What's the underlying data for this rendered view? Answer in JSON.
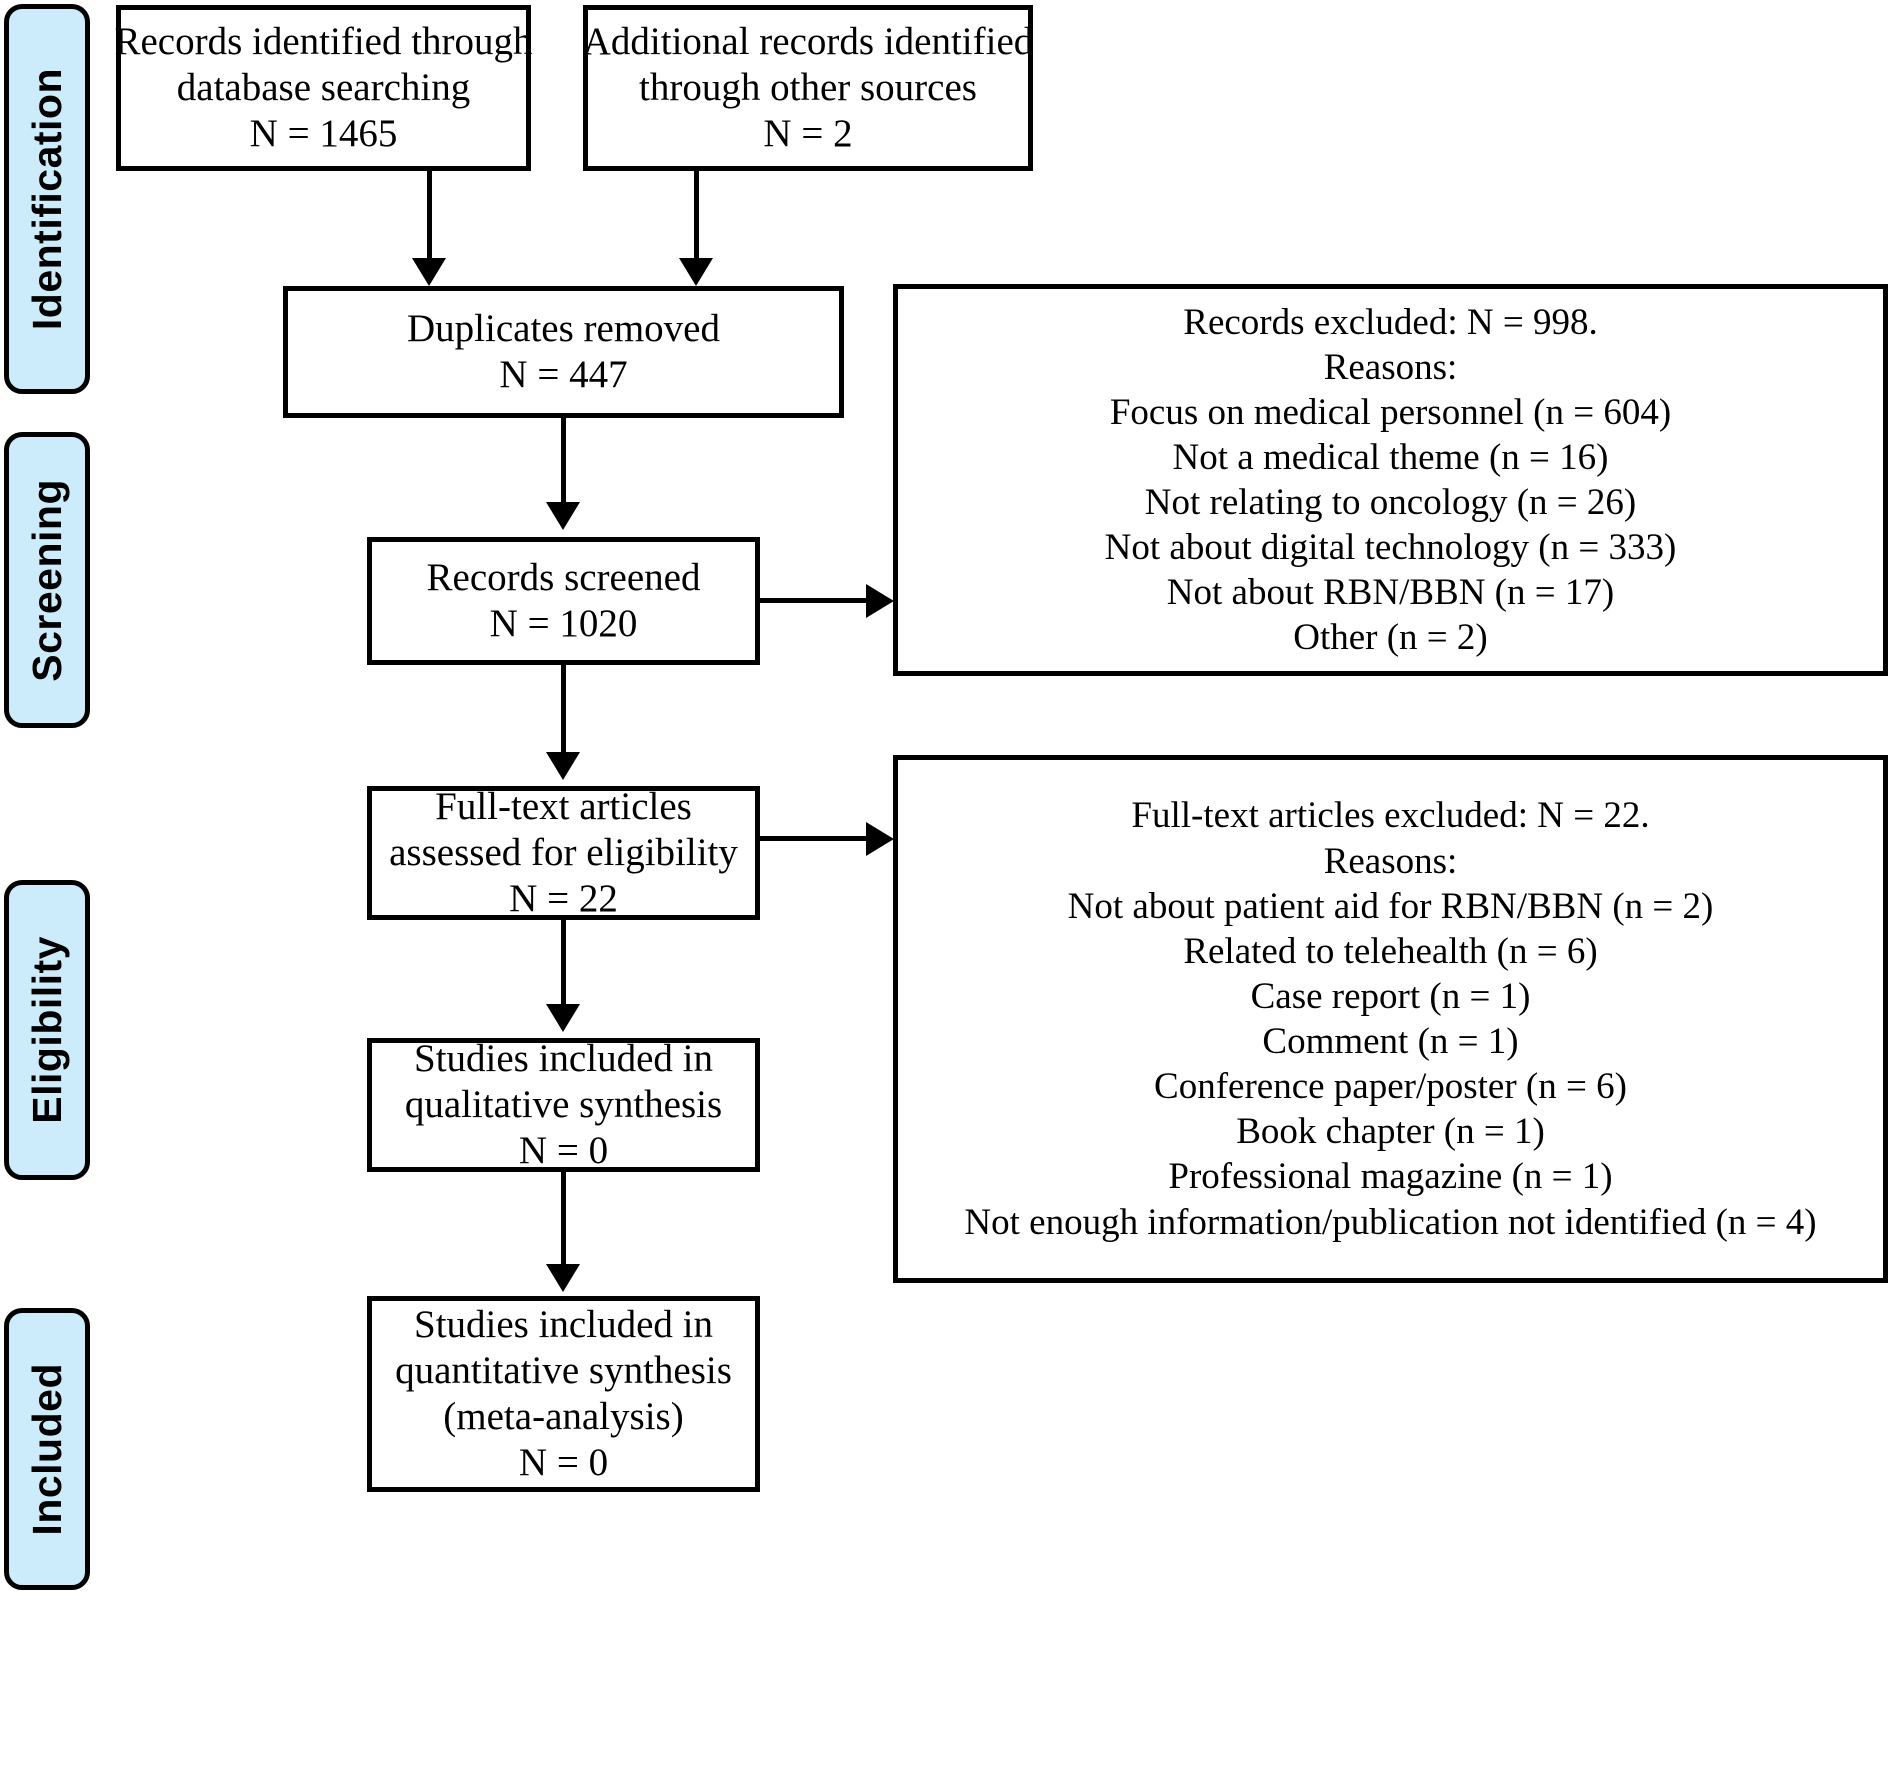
{
  "diagram": {
    "title": "PRISMA study selection flow diagram",
    "accent_color": "#cdecfb",
    "line_color": "#000000",
    "background_color": "#ffffff"
  },
  "stages": [
    {
      "id": "identification",
      "label": "Identification"
    },
    {
      "id": "screening",
      "label": "Screening"
    },
    {
      "id": "eligibility",
      "label": "Eligibility"
    },
    {
      "id": "included",
      "label": "Included"
    }
  ],
  "boxes": {
    "database_records": {
      "lines": [
        "Records identified through",
        "database searching",
        "N = 1465"
      ]
    },
    "other_records": {
      "lines": [
        "Additional records identified",
        "through other sources",
        "N = 2"
      ]
    },
    "duplicates_removed": {
      "lines": [
        "Duplicates removed",
        "N = 447"
      ]
    },
    "records_screened": {
      "lines": [
        "Records screened",
        "N = 1020"
      ]
    },
    "records_excluded": {
      "lines": [
        "Records excluded: N = 998.",
        "Reasons:",
        "Focus on medical personnel (n = 604)",
        "Not a medical theme (n = 16)",
        "Not relating to oncology (n = 26)",
        "Not about digital technology (n = 333)",
        "Not about RBN/BBN (n = 17)",
        "Other (n = 2)"
      ]
    },
    "fulltext_assessed": {
      "lines": [
        "Full-text articles",
        "assessed for eligibility",
        "N = 22"
      ]
    },
    "fulltext_excluded": {
      "lines": [
        "Full-text articles excluded: N = 22.",
        "Reasons:",
        "Not about patient aid for RBN/BBN (n = 2)",
        "Related to telehealth (n = 6)",
        "Case report (n = 1)",
        "Comment (n = 1)",
        "Conference paper/poster (n = 6)",
        "Book chapter (n = 1)",
        "Professional magazine (n = 1)",
        "Not enough information/publication not identified (n = 4)"
      ]
    },
    "qualitative_synthesis": {
      "lines": [
        "Studies included in",
        "qualitative synthesis",
        "N = 0"
      ]
    },
    "quantitative_synthesis": {
      "lines": [
        "Studies included in",
        "quantitative synthesis",
        "(meta-analysis)",
        "N = 0"
      ]
    }
  },
  "chart_data": {
    "type": "diagram",
    "title": "PRISMA flow of study selection",
    "nodes": [
      {
        "id": "database_records",
        "stage": "Identification",
        "label": "Records identified through database searching",
        "n": 1465
      },
      {
        "id": "other_records",
        "stage": "Identification",
        "label": "Additional records identified through other sources",
        "n": 2
      },
      {
        "id": "duplicates_removed",
        "stage": "Screening",
        "label": "Duplicates removed",
        "n": 447
      },
      {
        "id": "records_screened",
        "stage": "Screening",
        "label": "Records screened",
        "n": 1020
      },
      {
        "id": "records_excluded",
        "stage": "Screening",
        "label": "Records excluded",
        "n": 998,
        "reasons": [
          {
            "label": "Focus on medical personnel",
            "n": 604
          },
          {
            "label": "Not a medical theme",
            "n": 16
          },
          {
            "label": "Not relating to oncology",
            "n": 26
          },
          {
            "label": "Not about digital technology",
            "n": 333
          },
          {
            "label": "Not about RBN/BBN",
            "n": 17
          },
          {
            "label": "Other",
            "n": 2
          }
        ]
      },
      {
        "id": "fulltext_assessed",
        "stage": "Eligibility",
        "label": "Full-text articles assessed for eligibility",
        "n": 22
      },
      {
        "id": "fulltext_excluded",
        "stage": "Eligibility",
        "label": "Full-text articles excluded",
        "n": 22,
        "reasons": [
          {
            "label": "Not about patient aid for RBN/BBN",
            "n": 2
          },
          {
            "label": "Related to telehealth",
            "n": 6
          },
          {
            "label": "Case report",
            "n": 1
          },
          {
            "label": "Comment",
            "n": 1
          },
          {
            "label": "Conference paper/poster",
            "n": 6
          },
          {
            "label": "Book chapter",
            "n": 1
          },
          {
            "label": "Professional magazine",
            "n": 1
          },
          {
            "label": "Not enough information/publication not identified",
            "n": 4
          }
        ]
      },
      {
        "id": "qualitative_synthesis",
        "stage": "Included",
        "label": "Studies included in qualitative synthesis",
        "n": 0
      },
      {
        "id": "quantitative_synthesis",
        "stage": "Included",
        "label": "Studies included in quantitative synthesis (meta-analysis)",
        "n": 0
      }
    ],
    "edges": [
      {
        "from": "database_records",
        "to": "duplicates_removed"
      },
      {
        "from": "other_records",
        "to": "duplicates_removed"
      },
      {
        "from": "duplicates_removed",
        "to": "records_screened"
      },
      {
        "from": "records_screened",
        "to": "records_excluded"
      },
      {
        "from": "records_screened",
        "to": "fulltext_assessed"
      },
      {
        "from": "fulltext_assessed",
        "to": "fulltext_excluded"
      },
      {
        "from": "fulltext_assessed",
        "to": "qualitative_synthesis"
      },
      {
        "from": "qualitative_synthesis",
        "to": "quantitative_synthesis"
      }
    ]
  }
}
